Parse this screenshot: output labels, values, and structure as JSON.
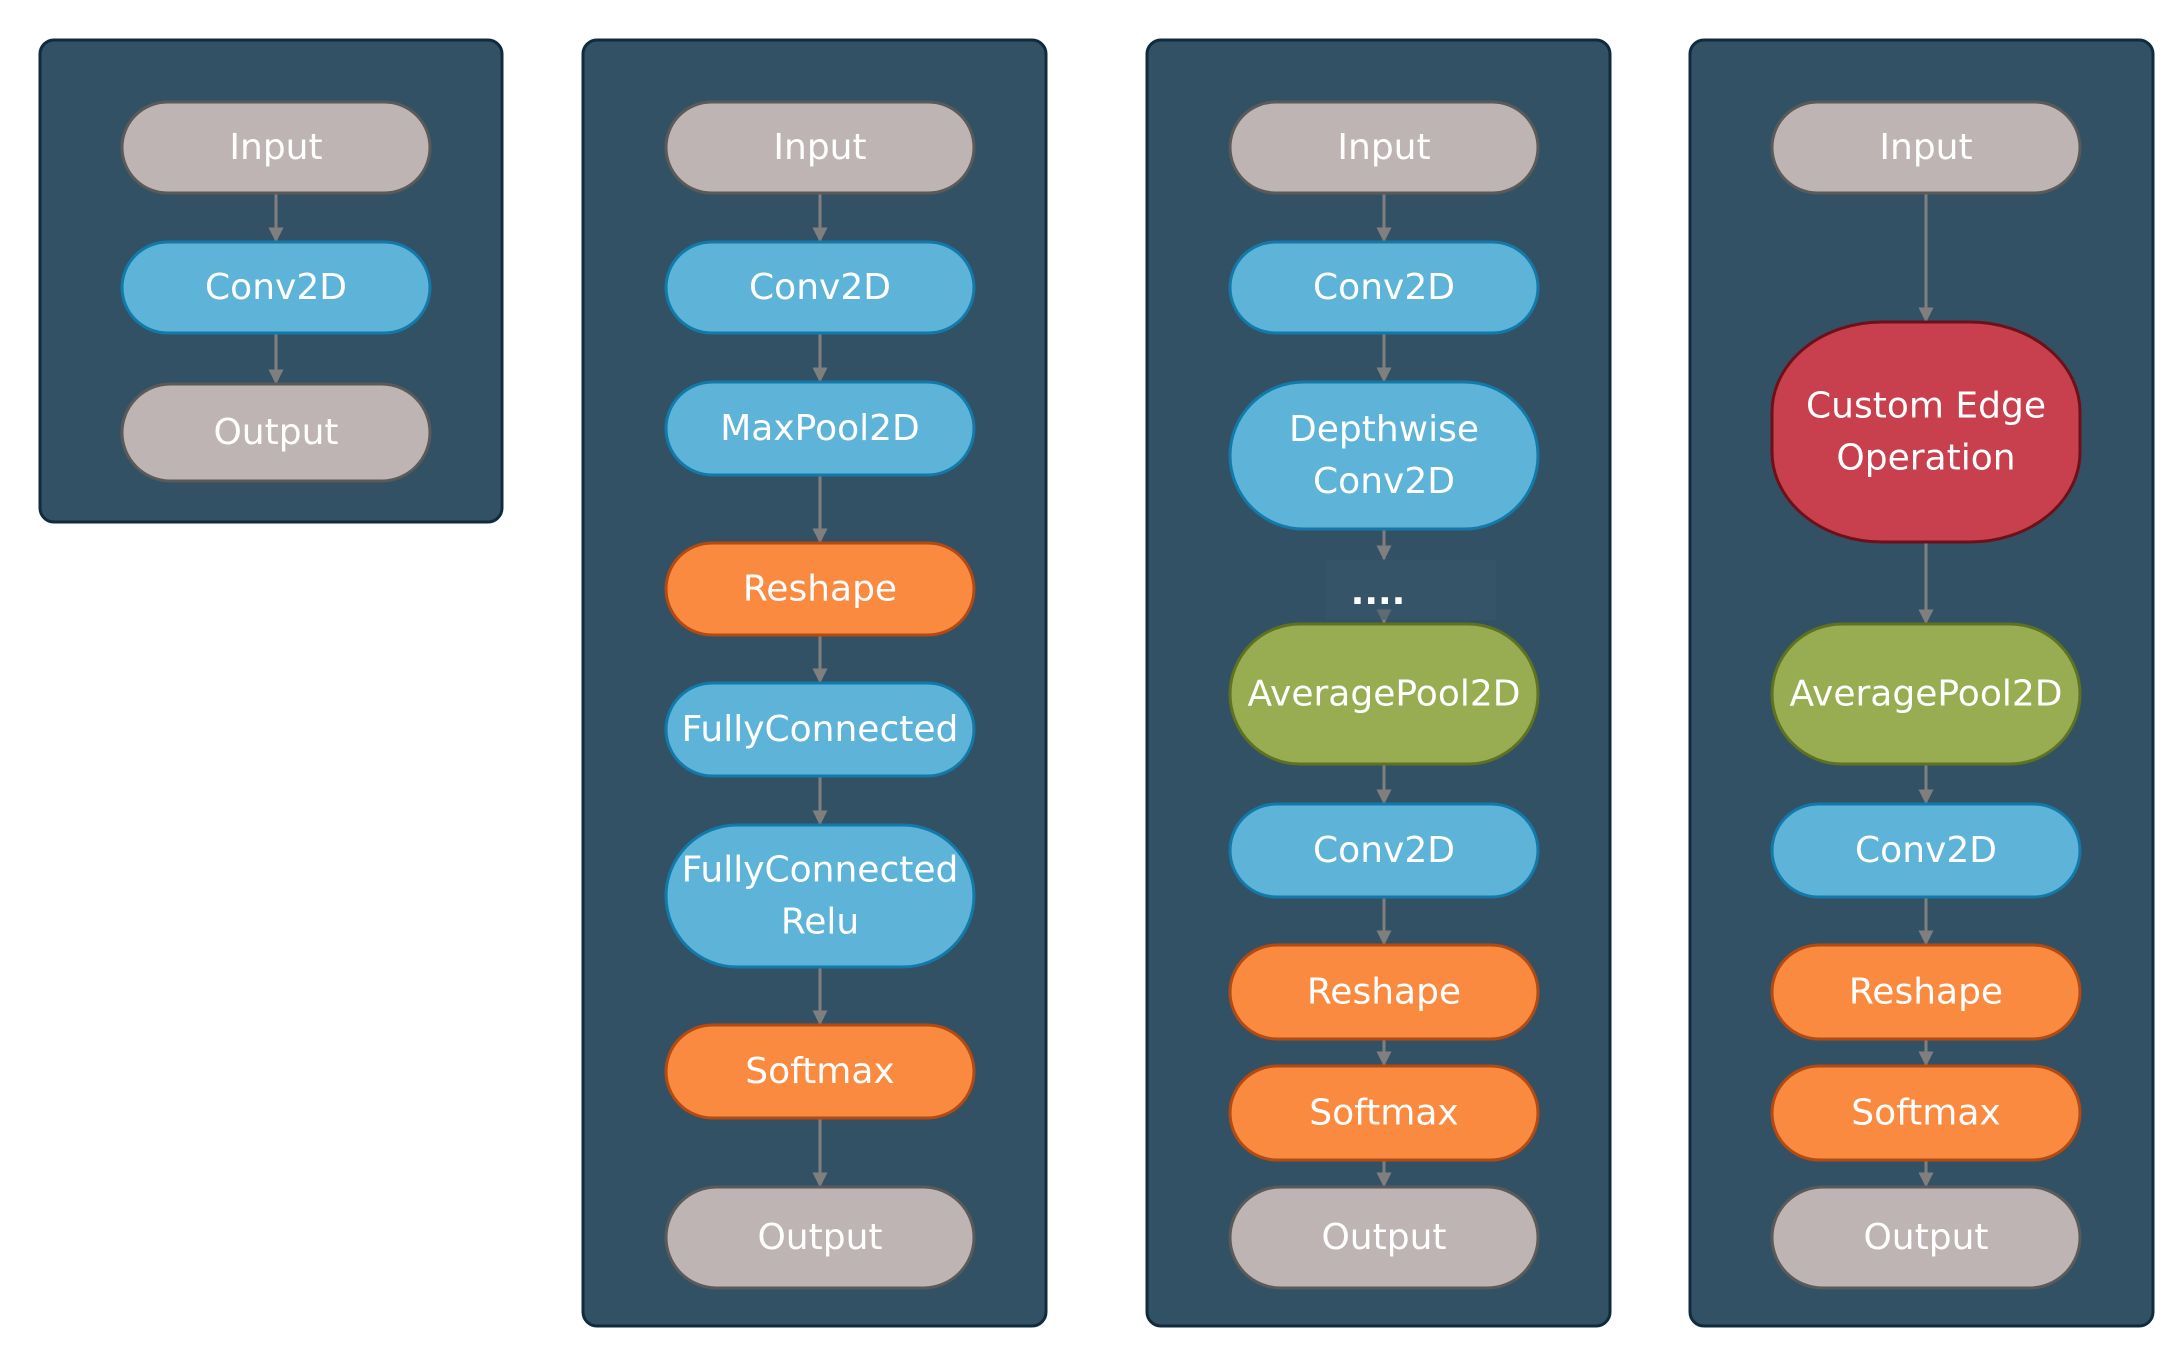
{
  "colors": {
    "panel_fill": "#335164",
    "panel_stroke": "#112b3d",
    "connector": "#7f7f7f",
    "io_fill": "#bfb4b4",
    "io_stroke": "#5a5a5a",
    "conv_fill": "#5eb3d8",
    "conv_stroke": "#1279a8",
    "reshape_fill": "#f98a3f",
    "reshape_stroke": "#b44a12",
    "pool_fill": "#98ad51",
    "pool_stroke": "#5e7222",
    "custom_fill": "#c8404d",
    "custom_stroke": "#6e1019"
  },
  "diagrams": [
    {
      "id": "model-1",
      "nodes": [
        {
          "lines": [
            "Input"
          ],
          "style": "io"
        },
        {
          "lines": [
            "Conv2D"
          ],
          "style": "conv"
        },
        {
          "lines": [
            "Output"
          ],
          "style": "io"
        }
      ]
    },
    {
      "id": "model-2",
      "nodes": [
        {
          "lines": [
            "Input"
          ],
          "style": "io"
        },
        {
          "lines": [
            "Conv2D"
          ],
          "style": "conv"
        },
        {
          "lines": [
            "MaxPool2D"
          ],
          "style": "conv"
        },
        {
          "lines": [
            "Reshape"
          ],
          "style": "reshape"
        },
        {
          "lines": [
            "FullyConnected"
          ],
          "style": "conv"
        },
        {
          "lines": [
            "FullyConnected",
            "Relu"
          ],
          "style": "conv"
        },
        {
          "lines": [
            "Softmax"
          ],
          "style": "reshape"
        },
        {
          "lines": [
            "Output"
          ],
          "style": "io"
        }
      ]
    },
    {
      "id": "model-3",
      "nodes": [
        {
          "lines": [
            "Input"
          ],
          "style": "io"
        },
        {
          "lines": [
            "Conv2D"
          ],
          "style": "conv"
        },
        {
          "lines": [
            "Depthwise",
            "Conv2D"
          ],
          "style": "conv"
        },
        {
          "lines": [
            "...."
          ],
          "style": "ellipsis"
        },
        {
          "lines": [
            "AveragePool2D"
          ],
          "style": "pool"
        },
        {
          "lines": [
            "Conv2D"
          ],
          "style": "conv"
        },
        {
          "lines": [
            "Reshape"
          ],
          "style": "reshape"
        },
        {
          "lines": [
            "Softmax"
          ],
          "style": "reshape"
        },
        {
          "lines": [
            "Output"
          ],
          "style": "io"
        }
      ]
    },
    {
      "id": "model-4",
      "nodes": [
        {
          "lines": [
            "Input"
          ],
          "style": "io"
        },
        {
          "lines": [
            "Custom Edge",
            "Operation"
          ],
          "style": "custom"
        },
        {
          "lines": [
            "AveragePool2D"
          ],
          "style": "pool"
        },
        {
          "lines": [
            "Conv2D"
          ],
          "style": "conv"
        },
        {
          "lines": [
            "Reshape"
          ],
          "style": "reshape"
        },
        {
          "lines": [
            "Softmax"
          ],
          "style": "reshape"
        },
        {
          "lines": [
            "Output"
          ],
          "style": "io"
        }
      ]
    }
  ]
}
